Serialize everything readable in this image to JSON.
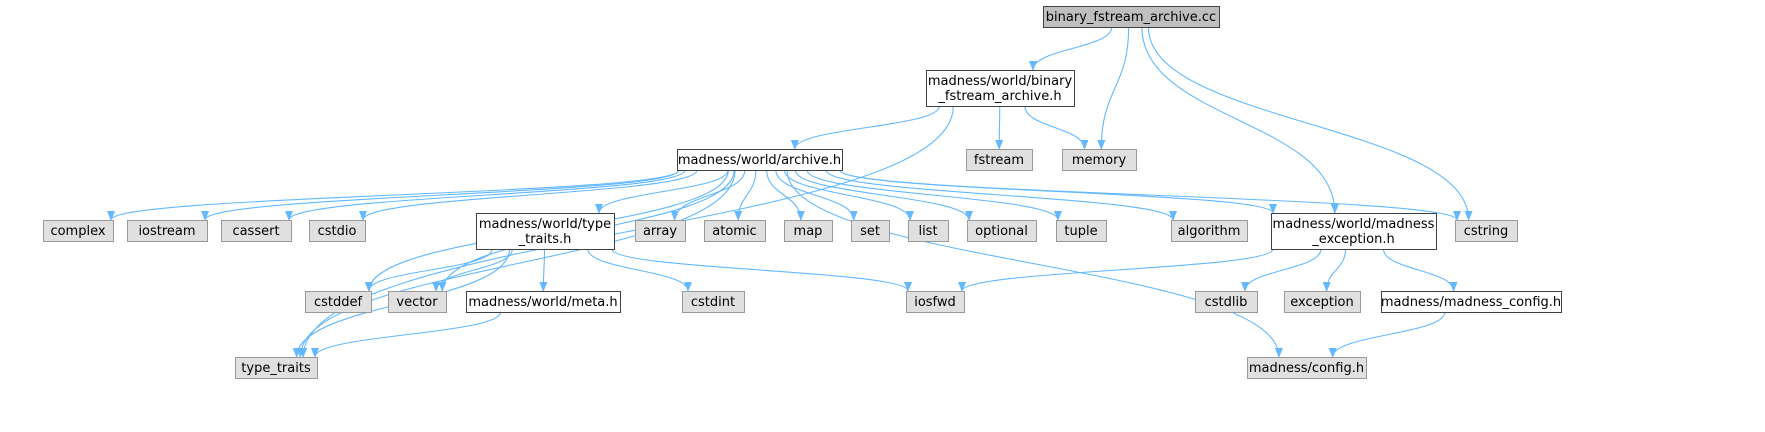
{
  "colors": {
    "edge": "#63b8ff",
    "node_main_fill": "#bfbfbf",
    "node_main_stroke": "#404040",
    "node_file_fill": "#ffffff",
    "node_file_stroke": "#404040",
    "node_system_fill": "#e0e0e0",
    "node_system_stroke": "#999999",
    "text": "#000000"
  },
  "nodes": [
    {
      "id": "root",
      "kind": "main",
      "lines": [
        "binary_fstream_archive.cc"
      ]
    },
    {
      "id": "bfa_h",
      "kind": "file",
      "lines": [
        "madness/world/binary",
        "_fstream_archive.h"
      ]
    },
    {
      "id": "fstream",
      "kind": "system",
      "lines": [
        "fstream"
      ]
    },
    {
      "id": "memory",
      "kind": "system",
      "lines": [
        "memory"
      ]
    },
    {
      "id": "archive_h",
      "kind": "file",
      "lines": [
        "madness/world/archive.h"
      ]
    },
    {
      "id": "complex",
      "kind": "system",
      "lines": [
        "complex"
      ]
    },
    {
      "id": "iostream",
      "kind": "system",
      "lines": [
        "iostream"
      ]
    },
    {
      "id": "cassert",
      "kind": "system",
      "lines": [
        "cassert"
      ]
    },
    {
      "id": "cstdio",
      "kind": "system",
      "lines": [
        "cstdio"
      ]
    },
    {
      "id": "type_traits_h",
      "kind": "file",
      "lines": [
        "madness/world/type",
        "_traits.h"
      ]
    },
    {
      "id": "array",
      "kind": "system",
      "lines": [
        "array"
      ]
    },
    {
      "id": "atomic",
      "kind": "system",
      "lines": [
        "atomic"
      ]
    },
    {
      "id": "map",
      "kind": "system",
      "lines": [
        "map"
      ]
    },
    {
      "id": "set",
      "kind": "system",
      "lines": [
        "set"
      ]
    },
    {
      "id": "list",
      "kind": "system",
      "lines": [
        "list"
      ]
    },
    {
      "id": "optional",
      "kind": "system",
      "lines": [
        "optional"
      ]
    },
    {
      "id": "tuple",
      "kind": "system",
      "lines": [
        "tuple"
      ]
    },
    {
      "id": "algorithm",
      "kind": "system",
      "lines": [
        "algorithm"
      ]
    },
    {
      "id": "exception_h",
      "kind": "file",
      "lines": [
        "madness/world/madness",
        "_exception.h"
      ]
    },
    {
      "id": "cstring",
      "kind": "system",
      "lines": [
        "cstring"
      ]
    },
    {
      "id": "cstddef",
      "kind": "system",
      "lines": [
        "cstddef"
      ]
    },
    {
      "id": "vector",
      "kind": "system",
      "lines": [
        "vector"
      ]
    },
    {
      "id": "meta_h",
      "kind": "file",
      "lines": [
        "madness/world/meta.h"
      ]
    },
    {
      "id": "cstdint",
      "kind": "system",
      "lines": [
        "cstdint"
      ]
    },
    {
      "id": "iosfwd",
      "kind": "system",
      "lines": [
        "iosfwd"
      ]
    },
    {
      "id": "cstdlib",
      "kind": "system",
      "lines": [
        "cstdlib"
      ]
    },
    {
      "id": "exception",
      "kind": "system",
      "lines": [
        "exception"
      ]
    },
    {
      "id": "madness_config_h",
      "kind": "file",
      "lines": [
        "madness/madness_config.h"
      ]
    },
    {
      "id": "type_traits",
      "kind": "system",
      "lines": [
        "type_traits"
      ]
    },
    {
      "id": "config_h",
      "kind": "system",
      "lines": [
        "madness/config.h"
      ]
    }
  ],
  "edges": [
    [
      "root",
      "bfa_h"
    ],
    [
      "root",
      "memory"
    ],
    [
      "root",
      "exception_h"
    ],
    [
      "root",
      "cstring"
    ],
    [
      "bfa_h",
      "type_traits"
    ],
    [
      "bfa_h",
      "archive_h"
    ],
    [
      "bfa_h",
      "fstream"
    ],
    [
      "bfa_h",
      "memory"
    ],
    [
      "archive_h",
      "complex"
    ],
    [
      "archive_h",
      "iostream"
    ],
    [
      "archive_h",
      "cassert"
    ],
    [
      "archive_h",
      "cstdio"
    ],
    [
      "archive_h",
      "type_traits_h"
    ],
    [
      "archive_h",
      "array"
    ],
    [
      "archive_h",
      "atomic"
    ],
    [
      "archive_h",
      "map"
    ],
    [
      "archive_h",
      "set"
    ],
    [
      "archive_h",
      "list"
    ],
    [
      "archive_h",
      "optional"
    ],
    [
      "archive_h",
      "tuple"
    ],
    [
      "archive_h",
      "algorithm"
    ],
    [
      "archive_h",
      "exception_h"
    ],
    [
      "archive_h",
      "cstring"
    ],
    [
      "archive_h",
      "cstddef"
    ],
    [
      "archive_h",
      "vector"
    ],
    [
      "archive_h",
      "type_traits"
    ],
    [
      "archive_h",
      "config_h"
    ],
    [
      "type_traits_h",
      "cstddef"
    ],
    [
      "type_traits_h",
      "vector"
    ],
    [
      "type_traits_h",
      "meta_h"
    ],
    [
      "type_traits_h",
      "cstdint"
    ],
    [
      "type_traits_h",
      "iosfwd"
    ],
    [
      "type_traits_h",
      "type_traits"
    ],
    [
      "meta_h",
      "type_traits"
    ],
    [
      "exception_h",
      "iosfwd"
    ],
    [
      "exception_h",
      "cstdlib"
    ],
    [
      "exception_h",
      "exception"
    ],
    [
      "exception_h",
      "madness_config_h"
    ],
    [
      "madness_config_h",
      "config_h"
    ]
  ]
}
